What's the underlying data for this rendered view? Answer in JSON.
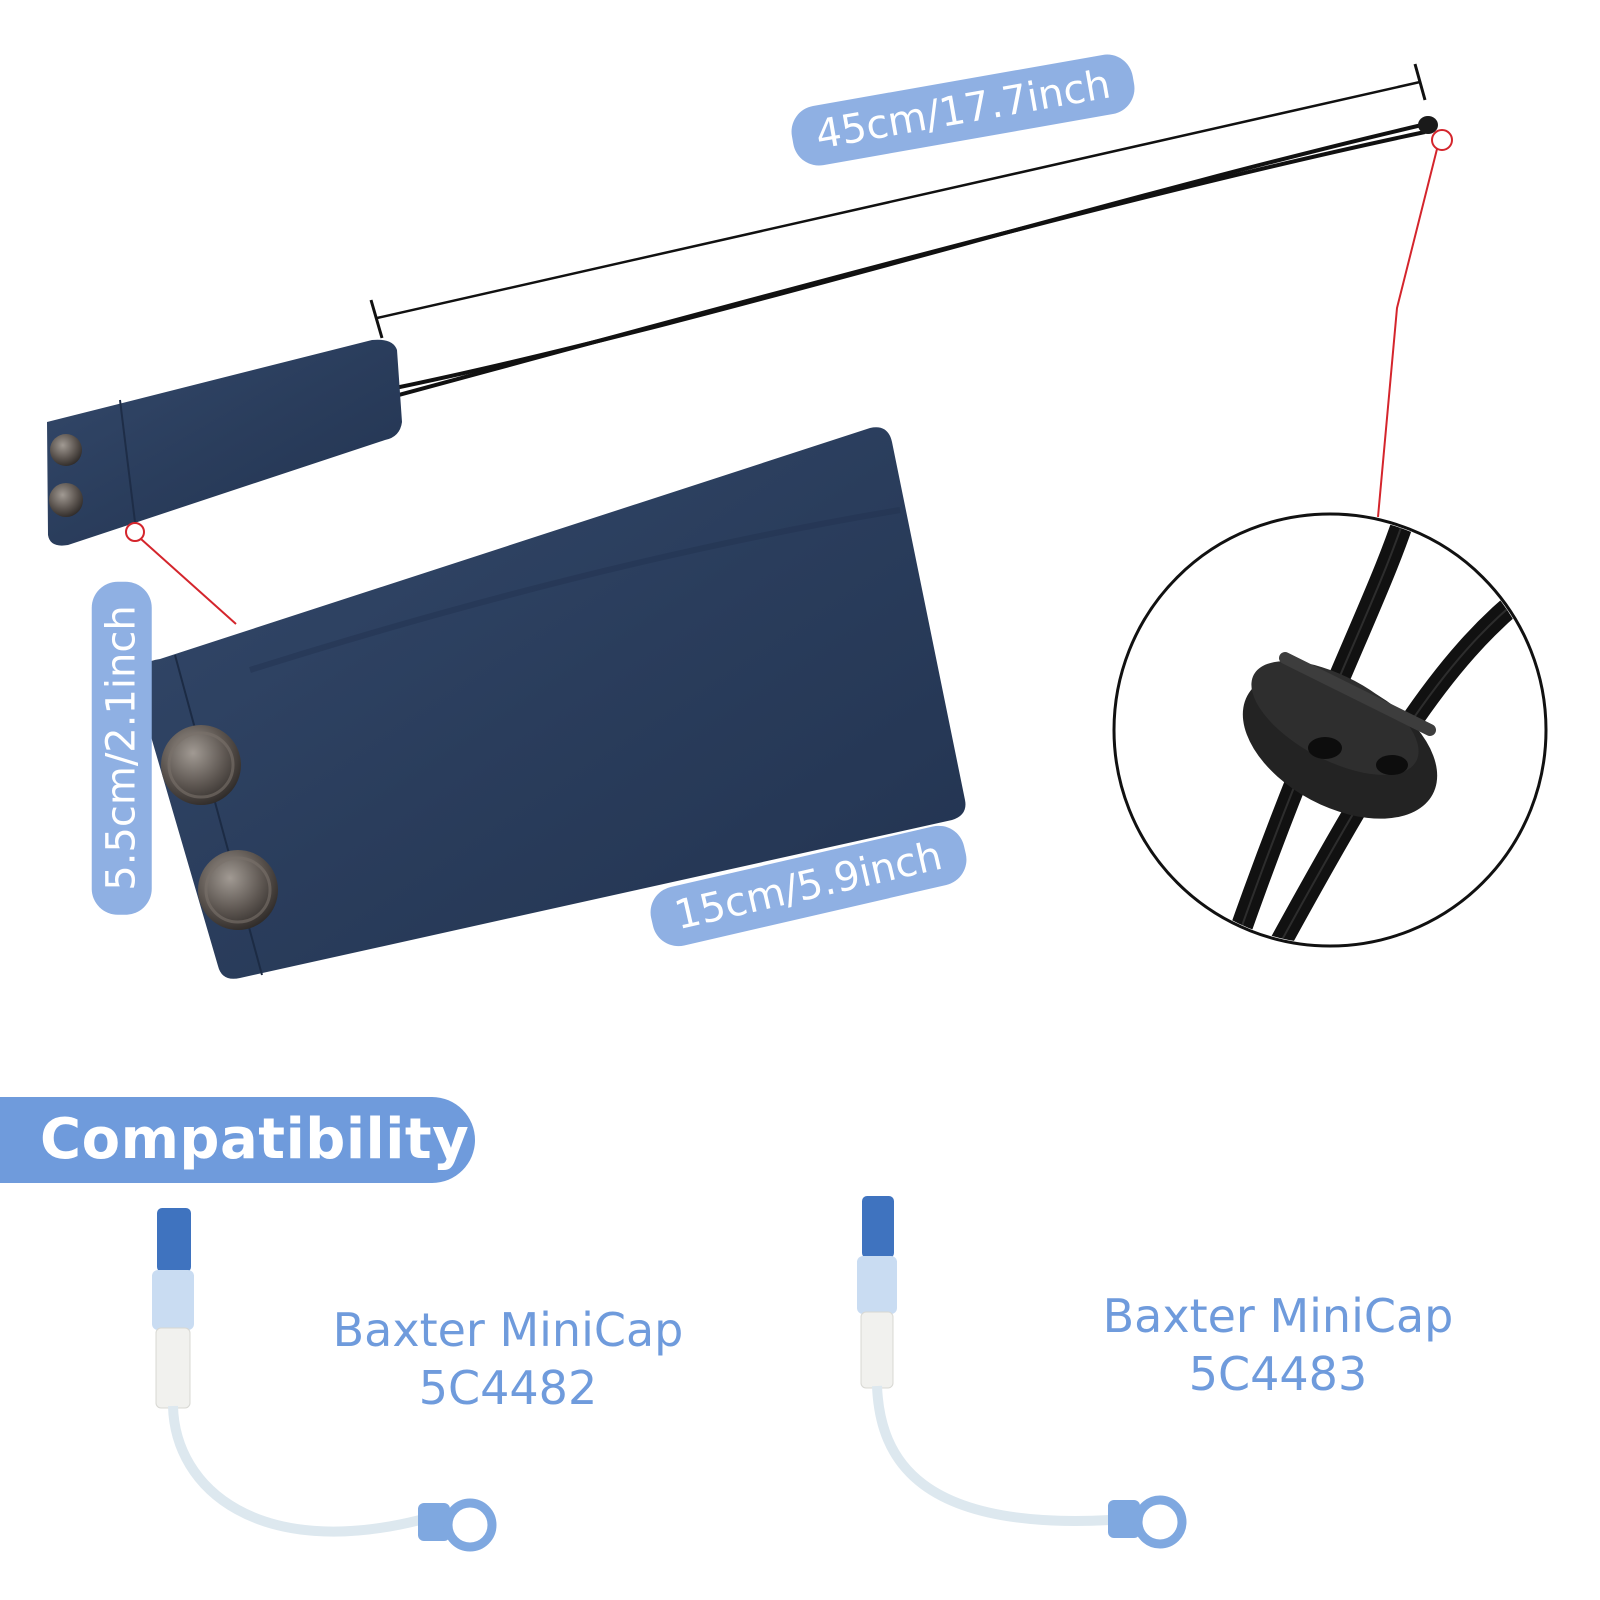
{
  "dimensions": {
    "length": "45cm/17.7inch",
    "width": "15cm/5.9inch",
    "height": "5.5cm/2.1inch"
  },
  "compatibility": {
    "heading": "Compatibility",
    "products": [
      {
        "name": "Baxter MiniCap",
        "code": "5C4482"
      },
      {
        "name": "Baxter MiniCap",
        "code": "5C4483"
      }
    ]
  },
  "colors": {
    "fabric": "#2a3d5c",
    "label": "#8fb0e3",
    "heading": "#6f9bdc",
    "callout": "#d4252c"
  }
}
